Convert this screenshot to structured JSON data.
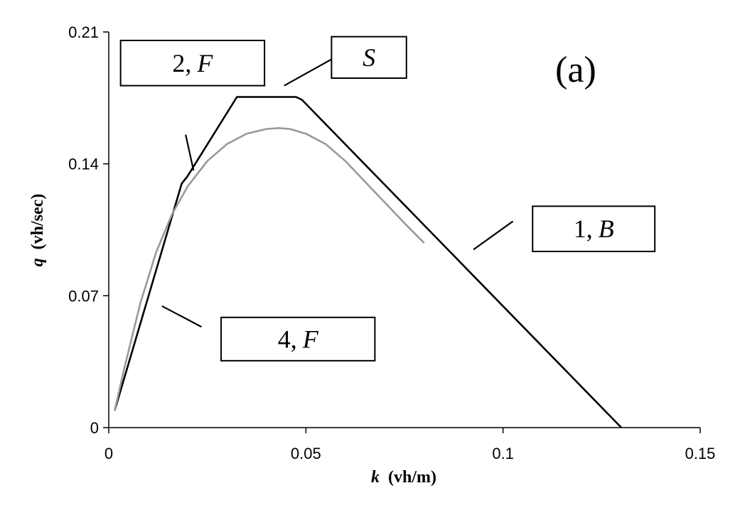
{
  "chart_data": {
    "type": "line",
    "panel_label": "(a)",
    "x_axis": {
      "variable": "k",
      "unit": "(vh/m)",
      "range": [
        0,
        0.15
      ],
      "ticks": [
        0,
        0.05,
        0.1,
        0.15
      ],
      "tick_labels": [
        "0",
        "0.05",
        "0.1",
        "0.15"
      ]
    },
    "y_axis": {
      "variable": "q",
      "unit": "(vh/sec)",
      "range": [
        0,
        0.21
      ],
      "ticks": [
        0,
        0.07,
        0.14,
        0.21
      ],
      "tick_labels": [
        "0",
        "0.07",
        "0.14",
        "0.21"
      ]
    },
    "grid": false,
    "series": [
      {
        "color": "#000000",
        "points": [
          [
            0.0015,
            0.009
          ],
          [
            0.0185,
            0.1295
          ],
          [
            0.02,
            0.1335
          ],
          [
            0.0325,
            0.1755
          ],
          [
            0.0475,
            0.1755
          ],
          [
            0.049,
            0.174
          ],
          [
            0.13,
            0.0
          ]
        ]
      },
      {
        "color": "#999999",
        "points": [
          [
            0.0015,
            0.009
          ],
          [
            0.004,
            0.032
          ],
          [
            0.008,
            0.066
          ],
          [
            0.012,
            0.093
          ],
          [
            0.016,
            0.113
          ],
          [
            0.02,
            0.128
          ],
          [
            0.025,
            0.1415
          ],
          [
            0.03,
            0.1505
          ],
          [
            0.035,
            0.156
          ],
          [
            0.04,
            0.1585
          ],
          [
            0.043,
            0.159
          ],
          [
            0.046,
            0.1585
          ],
          [
            0.05,
            0.156
          ],
          [
            0.055,
            0.1505
          ],
          [
            0.06,
            0.1415
          ],
          [
            0.065,
            0.1305
          ],
          [
            0.07,
            0.1195
          ],
          [
            0.075,
            0.1085
          ],
          [
            0.08,
            0.098
          ]
        ]
      }
    ],
    "annotations": [
      {
        "number": "2,",
        "letter": "F",
        "box_x": [
          0.003,
          0.0395
        ],
        "box_y": [
          0.1815,
          0.2055
        ],
        "line": [
          [
            0.0195,
            0.1555
          ],
          [
            0.0215,
            0.1365
          ]
        ]
      },
      {
        "number": "",
        "letter": "S",
        "box_x": [
          0.0565,
          0.0755
        ],
        "box_y": [
          0.1855,
          0.2075
        ],
        "line": [
          [
            0.0565,
            0.1955
          ],
          [
            0.0445,
            0.1815
          ]
        ]
      },
      {
        "number": "1,",
        "letter": "B",
        "box_x": [
          0.1075,
          0.1385
        ],
        "box_y": [
          0.0935,
          0.1175
        ],
        "line": [
          [
            0.1025,
            0.1095
          ],
          [
            0.0925,
            0.0945
          ]
        ]
      },
      {
        "number": "4,",
        "letter": "F",
        "box_x": [
          0.0285,
          0.0675
        ],
        "box_y": [
          0.0355,
          0.0585
        ],
        "line": [
          [
            0.0235,
            0.0535
          ],
          [
            0.0135,
            0.0645
          ]
        ]
      }
    ]
  }
}
